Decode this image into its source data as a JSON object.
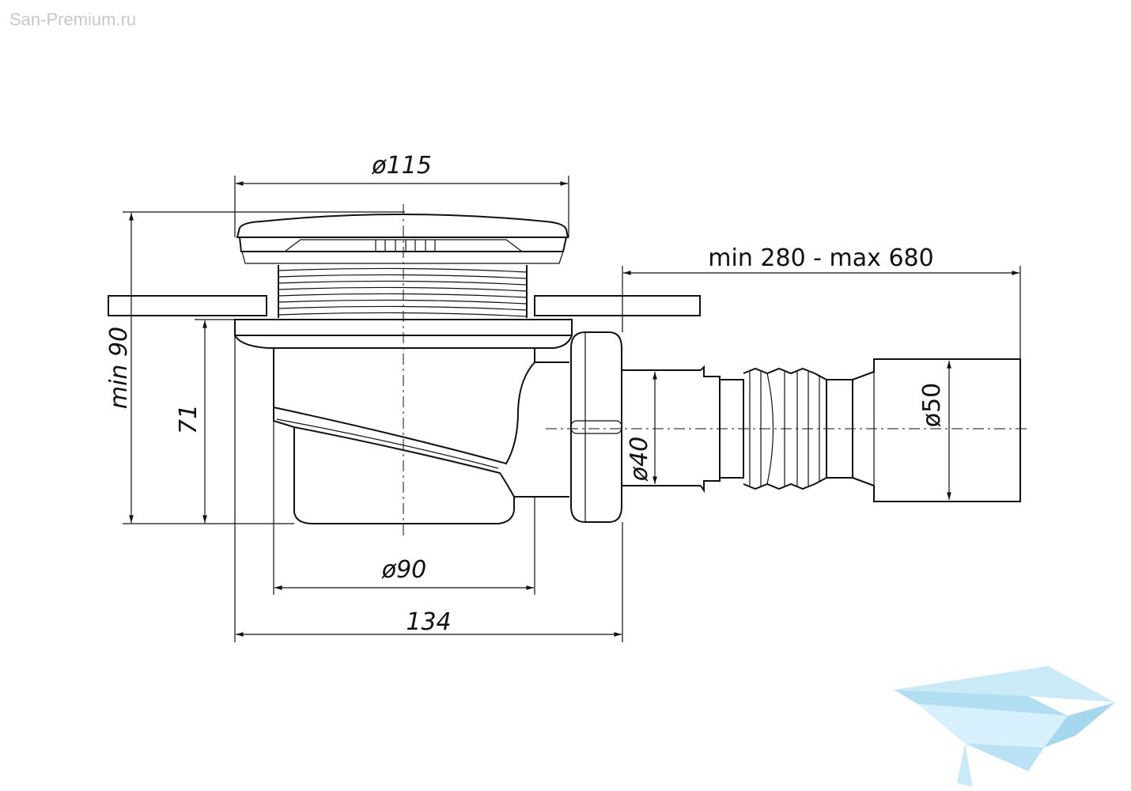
{
  "watermark": {
    "site": "San-Premium.ru"
  },
  "dimensions": {
    "top_diameter": "ø115",
    "pipe_length": "min 280 - max 680",
    "height_min": "min 90",
    "height_body": "71",
    "outlet_diameter": "ø40",
    "hose_diameter": "ø50",
    "body_diameter": "ø90",
    "overall_width": "134"
  },
  "colors": {
    "line": "#111111",
    "watermark_text": "#c8c8c8",
    "logo": "#9fd6ef"
  },
  "logo": {
    "icon": "bathtub-logo-icon"
  }
}
